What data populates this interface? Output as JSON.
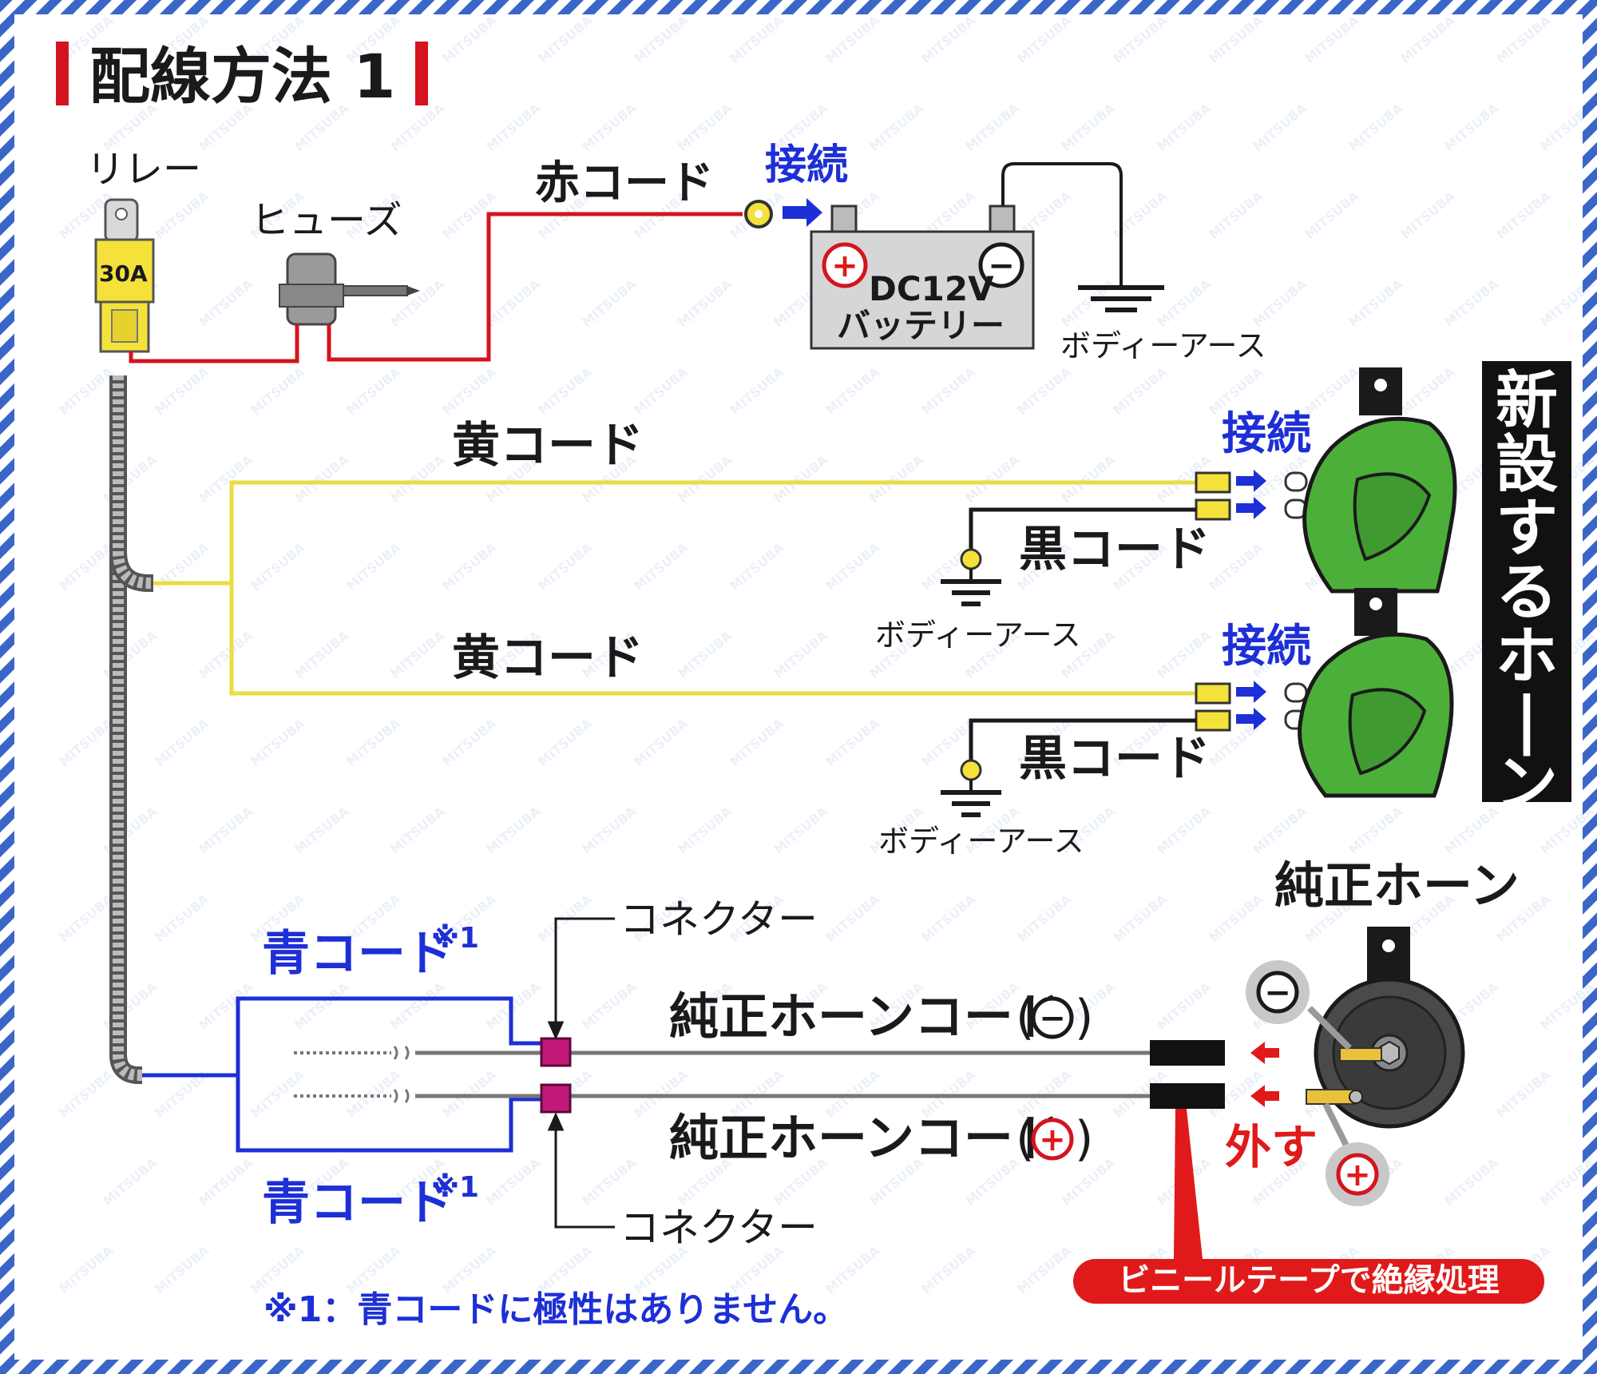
{
  "title": "配線方法 1",
  "relay": {
    "label": "リレー",
    "rating": "30A"
  },
  "fuse": {
    "label": "ヒューズ"
  },
  "red_cord": {
    "label": "赤コード",
    "connect": "接続"
  },
  "battery": {
    "voltage": "DC12V",
    "name": "バッテリー",
    "plus": "+",
    "minus": "−"
  },
  "body_earth": "ボディーアース",
  "horn1": {
    "yellow": "黄コード",
    "black": "黒コード",
    "connect": "接続",
    "earth": "ボディーアース"
  },
  "horn2": {
    "yellow": "黄コード",
    "black": "黒コード",
    "connect": "接続",
    "earth": "ボディーアース"
  },
  "new_horn": "新設するホーン",
  "stock_horn": "純正ホーン",
  "blue_cord_top": {
    "label": "青コード",
    "note": "※1"
  },
  "blue_cord_bottom": {
    "label": "青コード",
    "note": "※1"
  },
  "connector_top": "コネクター",
  "connector_bottom": "コネクター",
  "stock_cord_minus": {
    "label": "純正ホーンコード",
    "symbol": "−"
  },
  "stock_cord_plus": {
    "label": "純正ホーンコード",
    "symbol": "+"
  },
  "remove": "外す",
  "tape_note": "ビニールテープで絶縁処理",
  "footnote": "※1：青コードに極性はありません。",
  "watermark": "MITSUBA",
  "colors": {
    "red_wire": "#d4141e",
    "yellow_wire": "#e8dd42",
    "blue_wire": "#1d2fd6",
    "black_wire": "#1a1a1a",
    "horn_green": "#4caf3a",
    "border_blue": "#3a66c8",
    "connector": "#c2187a",
    "arrow_blue": "#1d2fd6",
    "arrow_red": "#e01a1a"
  }
}
